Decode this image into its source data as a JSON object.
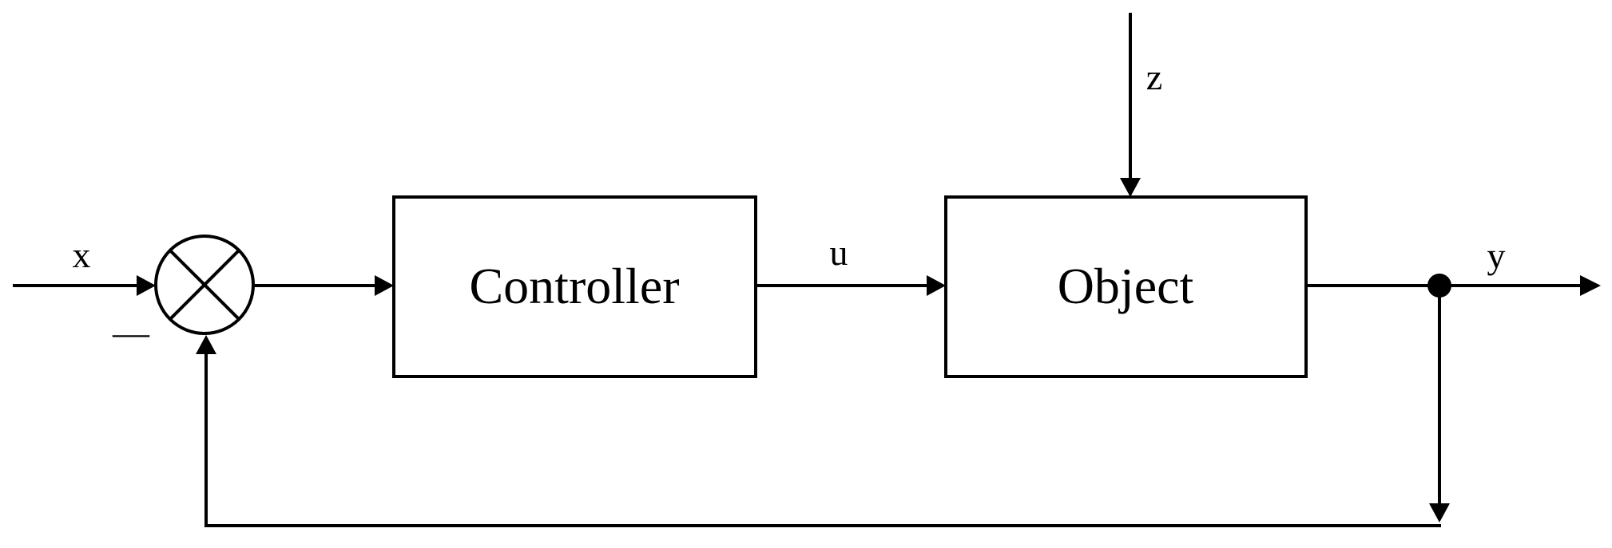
{
  "diagram": {
    "blocks": {
      "controller": "Controller",
      "object": "Object"
    },
    "signals": {
      "reference": "x",
      "control": "u",
      "disturbance": "z",
      "output": "y"
    },
    "summing_junction": {
      "feedback_sign": "—"
    }
  }
}
